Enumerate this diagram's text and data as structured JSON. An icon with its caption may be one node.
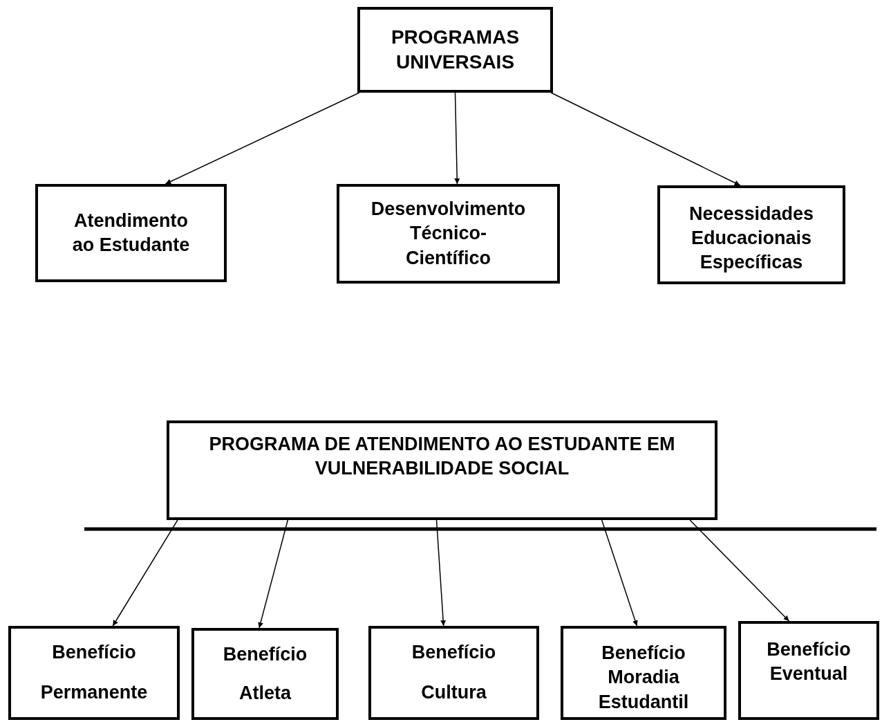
{
  "diagram": {
    "nodes": [
      {
        "text": [
          "PROGRAMAS UNIVERSAIS"
        ]
      },
      {
        "text": [
          "Atendimento ao Estudante"
        ]
      },
      {
        "text": [
          "Desenvolvimento Técnico-Científico"
        ]
      },
      {
        "text": [
          "Necessidades Educacionais Específicas"
        ]
      },
      {
        "text": [
          "PROGRAMA DE ATENDIMENTO AO ESTUDANTE EM VULNERABILIDADE SOCIAL"
        ]
      },
      {
        "text": [
          "Benefício",
          "Permanente"
        ]
      },
      {
        "text": [
          "Benefício",
          "Atleta"
        ]
      },
      {
        "text": [
          "Benefício",
          "Cultura"
        ]
      },
      {
        "text": [
          "Benefício Moradia Estudantil"
        ]
      },
      {
        "text": [
          "Benefício Eventual"
        ]
      }
    ],
    "edges": [
      {
        "from": 0,
        "to": 1,
        "arrow": "to"
      },
      {
        "from": 0,
        "to": 2,
        "arrow": "to"
      },
      {
        "from": 0,
        "to": 3,
        "arrow": "to"
      },
      {
        "from": 4,
        "to": 5,
        "arrow": "to"
      },
      {
        "from": 4,
        "to": 6,
        "arrow": "to"
      },
      {
        "from": 4,
        "to": 7,
        "arrow": "to"
      },
      {
        "from": 4,
        "to": 8,
        "arrow": "to"
      },
      {
        "from": 4,
        "to": 9,
        "arrow": "to"
      }
    ]
  }
}
